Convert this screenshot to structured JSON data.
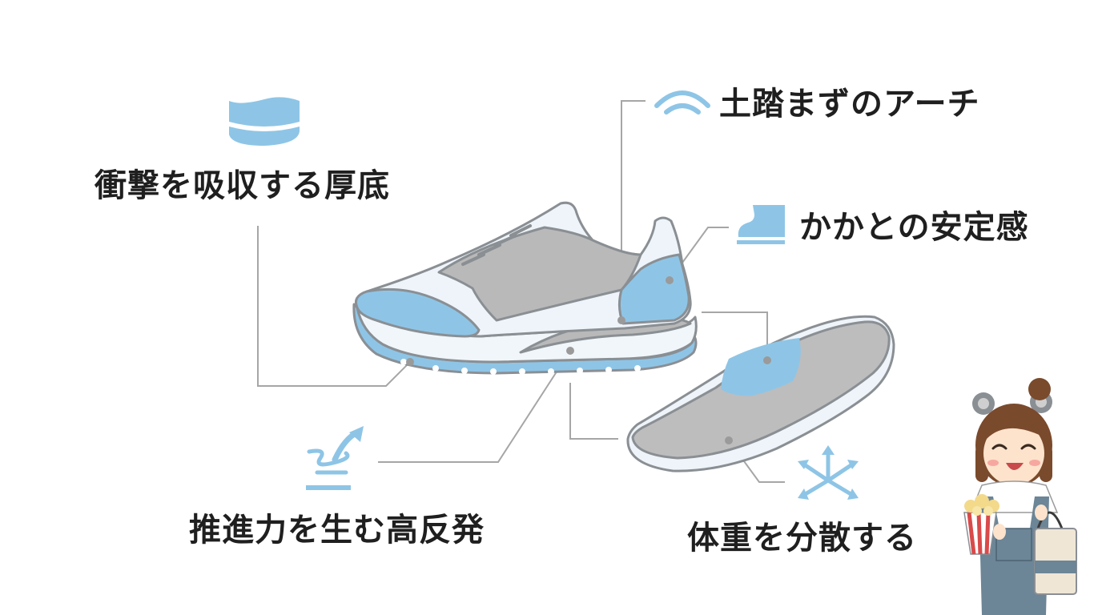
{
  "labels": {
    "cushion": "衝撃を吸収する厚底",
    "arch": "土踏まずのアーチ",
    "heel": "かかとの安定感",
    "rebound": "推進力を生む高反発",
    "weight": "体重を分散する"
  },
  "icons": {
    "cushion": "thick-sole-block-icon",
    "arch": "arch-wave-icon",
    "heel": "heel-boot-icon",
    "rebound": "spring-arrow-icon",
    "weight": "spread-arrows-icon"
  },
  "colors": {
    "accent_blue": "#8ec5e6",
    "outline": "#8a8f94",
    "upper": "#eef4fa",
    "mid_gray": "#b9b9b9",
    "leader": "#9a9a9a",
    "text": "#1f1f1f"
  }
}
